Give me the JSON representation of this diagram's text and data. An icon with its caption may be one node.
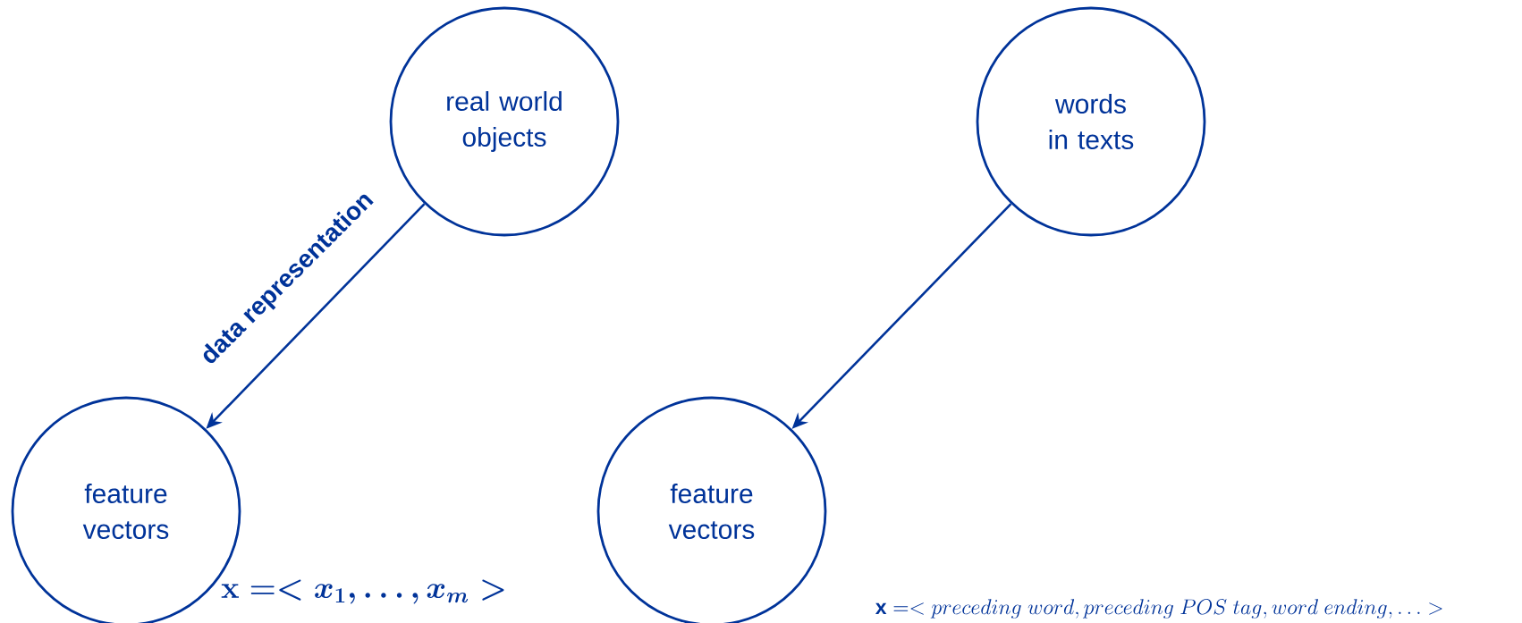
{
  "diagram": {
    "nodes": [
      {
        "text": [
          "real world objects"
        ]
      },
      {
        "text": [
          "feature vectors"
        ]
      },
      {
        "text": [
          "words in texts"
        ]
      },
      {
        "text": [
          "feature vectors"
        ]
      }
    ],
    "edges": [
      {
        "from": 0,
        "to": 1,
        "arrow": "to",
        "label": "data representation"
      },
      {
        "from": 2,
        "to": 3,
        "arrow": "to"
      }
    ],
    "labels": [
      "\\mathbf{x} =< x_1, \\ldots, x_m >",
      "\\mathbf{x} =< preceding\\ word, preceding\\ POS\\ tag, word\\ ending, \\ldots >"
    ]
  }
}
